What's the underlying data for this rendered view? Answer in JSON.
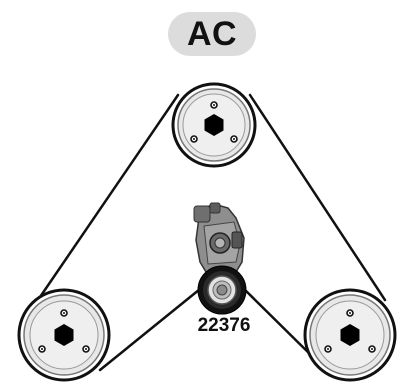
{
  "diagram": {
    "system_label": "AC",
    "part_number": "22376",
    "pulleys": [
      {
        "name": "top-pulley",
        "role": "drive"
      },
      {
        "name": "left-pulley",
        "role": "driven"
      },
      {
        "name": "right-pulley",
        "role": "driven"
      }
    ],
    "tensioner": {
      "name": "belt-tensioner"
    },
    "colors": {
      "belt": "#111111",
      "pulley_face": "#e6e6e6",
      "pulley_rim": "#111111",
      "hub": "#000000",
      "badge": "#dcdcdc",
      "tensioner_body": "#8e8e8e"
    }
  }
}
